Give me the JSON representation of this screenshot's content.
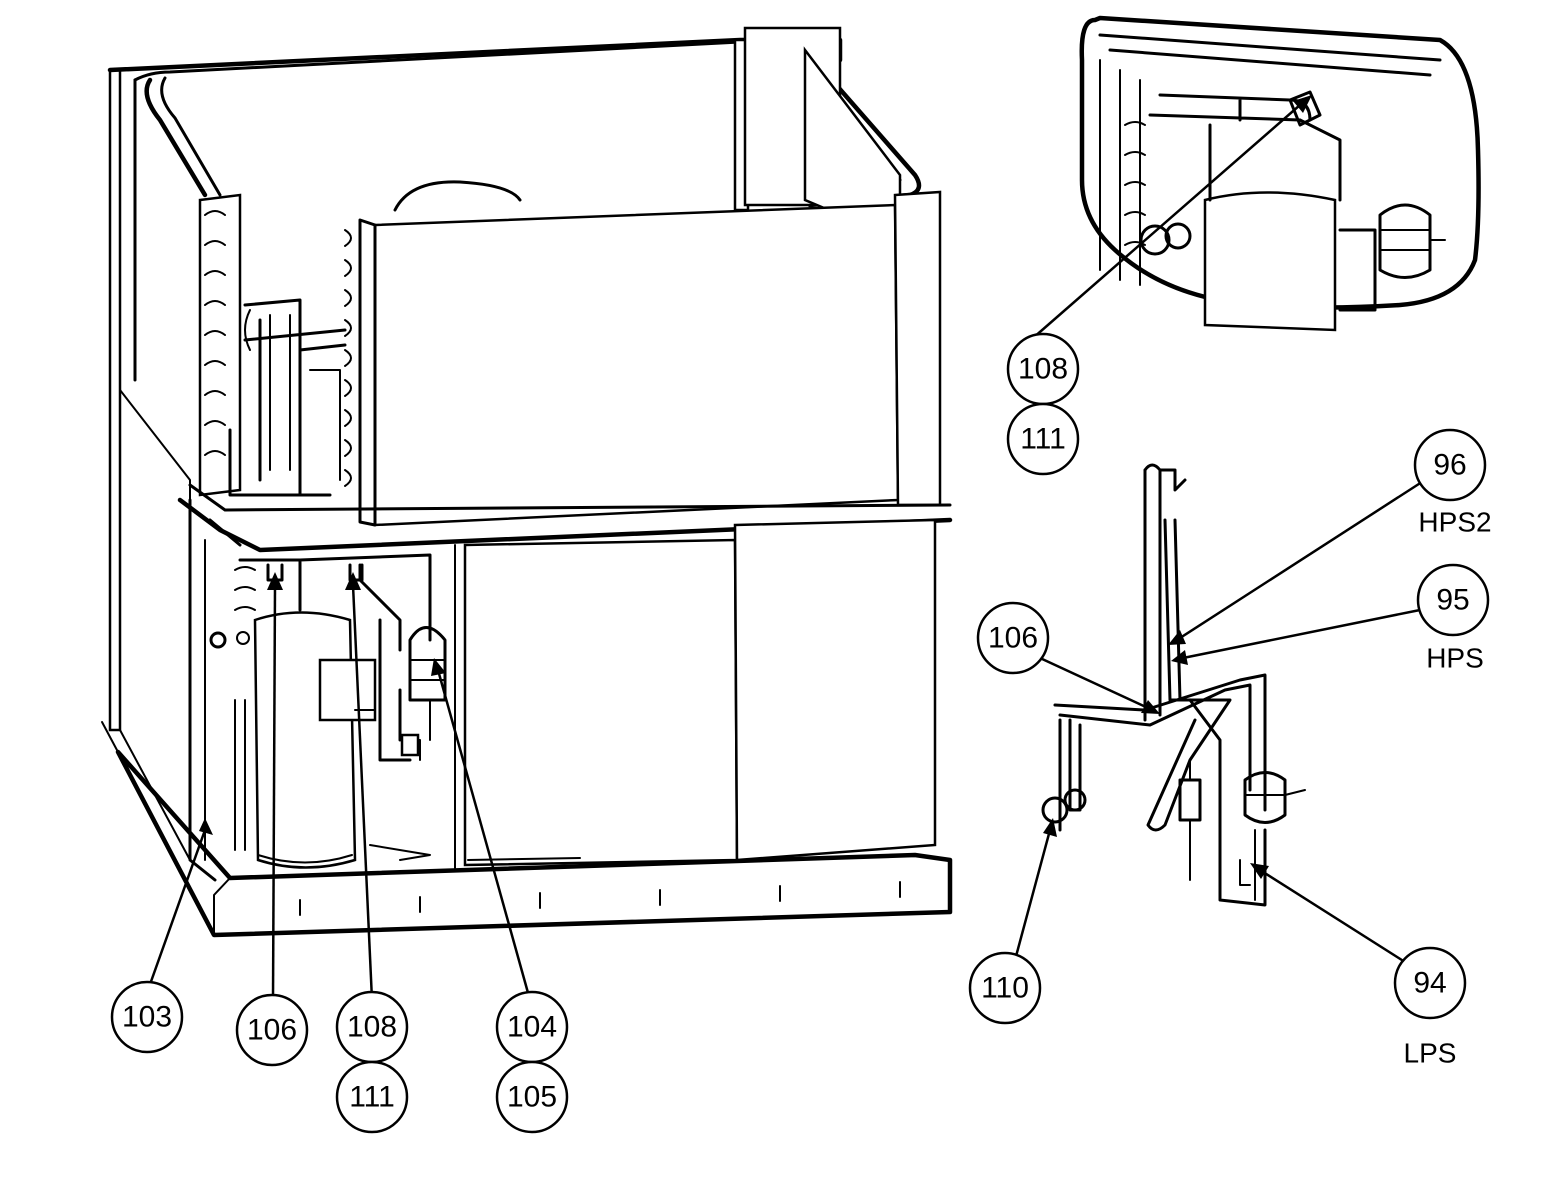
{
  "callouts": {
    "c103": "103",
    "c106a": "106",
    "c108a": "108",
    "c111a": "111",
    "c104": "104",
    "c105": "105",
    "c108b": "108",
    "c111b": "111",
    "c96": "96",
    "c95": "95",
    "c106b": "106",
    "c110": "110",
    "c94": "94"
  },
  "sublabels": {
    "hps2": "HPS2",
    "hps": "HPS",
    "lps": "LPS"
  }
}
